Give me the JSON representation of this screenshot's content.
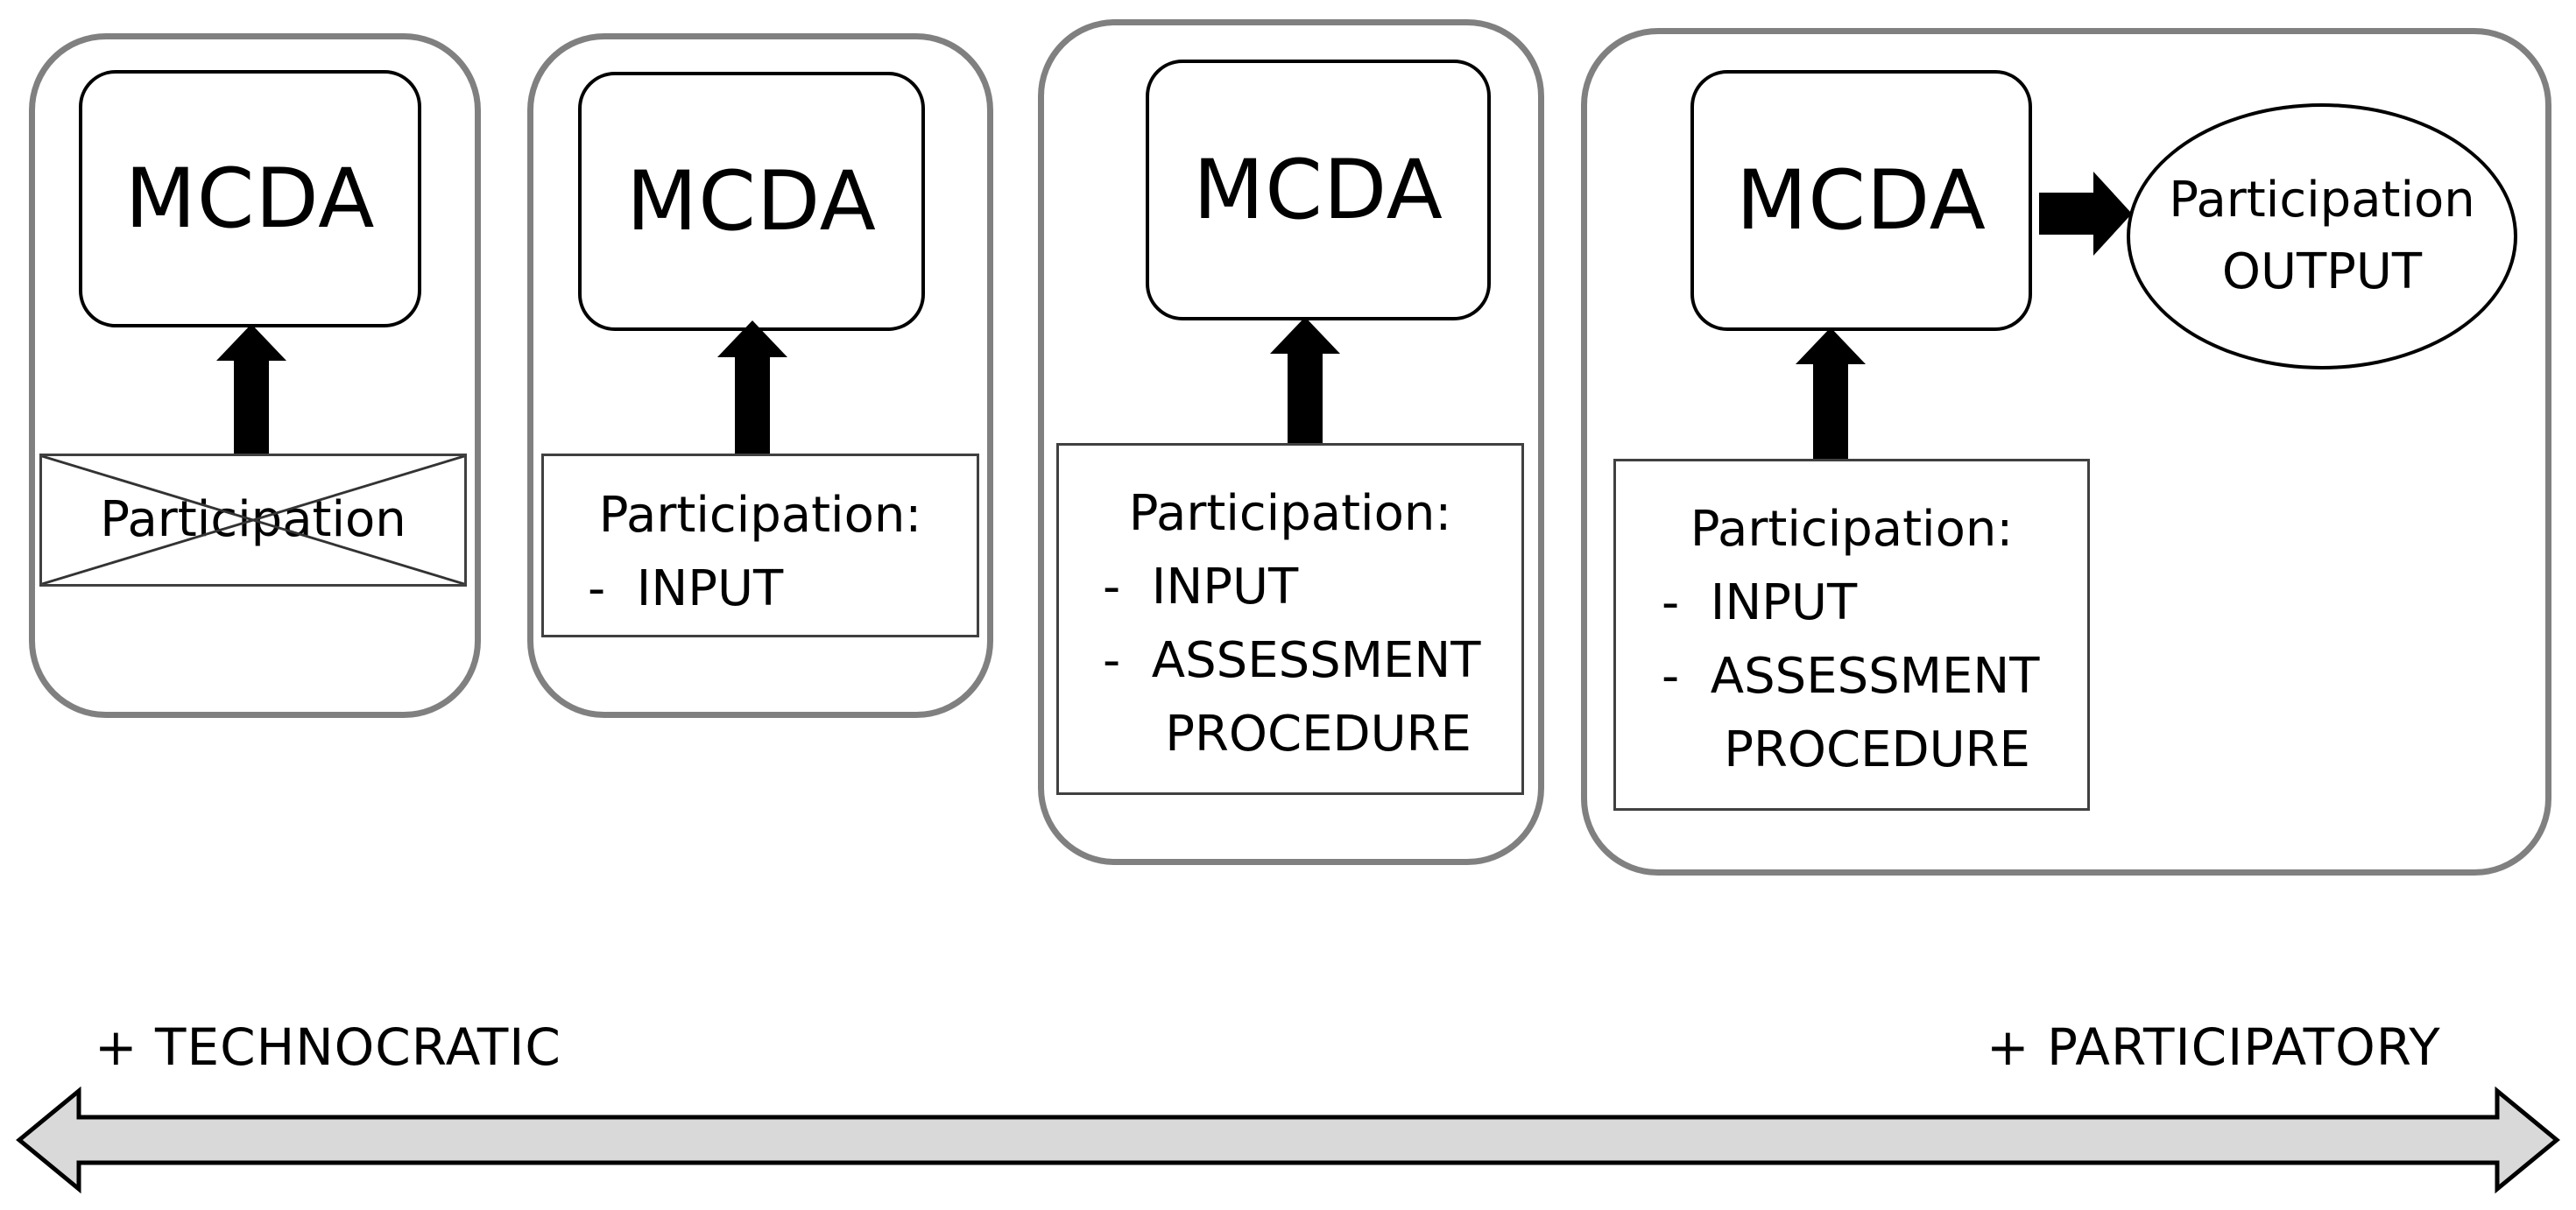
{
  "panels": [
    {
      "mcda": "MCDA",
      "participation": {
        "title": "Participation",
        "crossed_out": true,
        "items": []
      }
    },
    {
      "mcda": "MCDA",
      "participation": {
        "title": "Participation:",
        "crossed_out": false,
        "items": [
          "-  INPUT"
        ]
      }
    },
    {
      "mcda": "MCDA",
      "participation": {
        "title": "Participation:",
        "crossed_out": false,
        "items": [
          "-  INPUT",
          "-  ASSESSMENT",
          "    PROCEDURE"
        ]
      }
    },
    {
      "mcda": "MCDA",
      "participation": {
        "title": "Participation:",
        "crossed_out": false,
        "items": [
          "-  INPUT",
          "-  ASSESSMENT",
          "    PROCEDURE"
        ]
      },
      "output": {
        "line1": "Participation",
        "line2": "OUTPUT"
      }
    }
  ],
  "scale": {
    "left_label": "+ TECHNOCRATIC",
    "right_label": "+ PARTICIPATORY"
  },
  "colors": {
    "panel_border": "#808080",
    "arrow_fill": "#000000",
    "scale_fill": "#d9d9d9"
  }
}
